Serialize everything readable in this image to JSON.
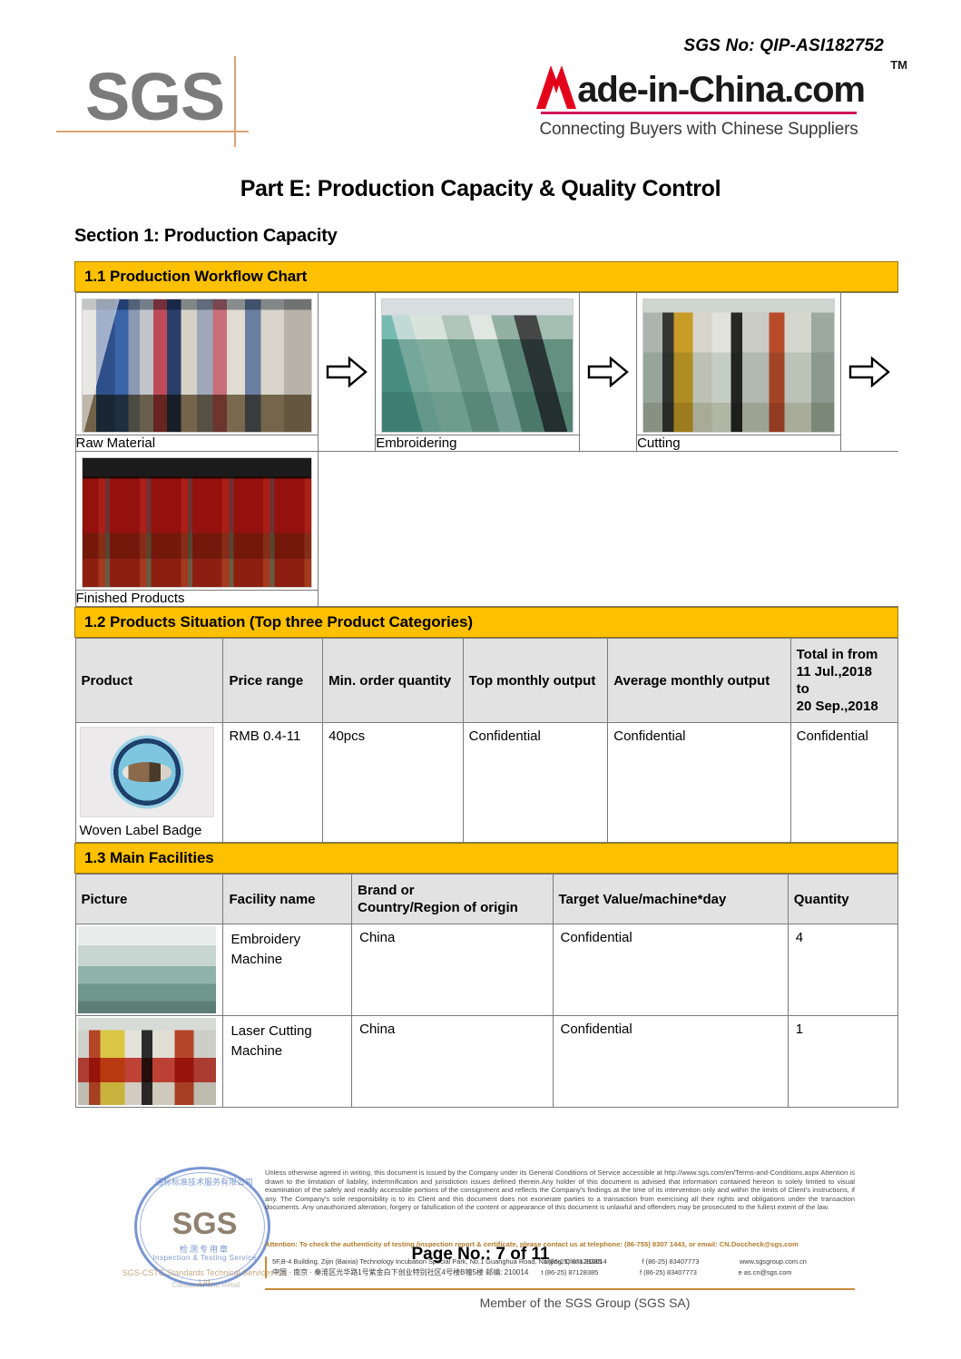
{
  "header": {
    "sgs_logo_text": "SGS",
    "sgs_no": "SGS No: QIP-ASI182752",
    "mic_logo_text": "ade-in-China.com",
    "mic_trademark": "TM",
    "mic_tagline": "Connecting Buyers with Chinese Suppliers"
  },
  "titles": {
    "part_title": "Part E: Production Capacity & Quality Control",
    "section_title": "Section 1: Production Capacity"
  },
  "section_1_1": {
    "band_label": "1.1 Production Workflow Chart",
    "steps": [
      {
        "caption": "Raw Material",
        "photo": "raw-material-photo"
      },
      {
        "caption": "Embroidering",
        "photo": "embroidering-photo"
      },
      {
        "caption": "Cutting",
        "photo": "cutting-photo"
      },
      {
        "caption": "Finished Products",
        "photo": "finished-products-photo"
      }
    ],
    "arrow_icon": "right-arrow-icon"
  },
  "section_1_2": {
    "band_label": "1.2 Products Situation (Top three Product Categories)",
    "columns": [
      "Product",
      "Price range",
      "Min. order quantity",
      "Top monthly output",
      "Average monthly output",
      "Total in from\n11 Jul.,2018\nto\n20 Sep.,2018"
    ],
    "column_total_lines": [
      "Total in from",
      "11 Jul.,2018",
      "to",
      "20 Sep.,2018"
    ],
    "rows": [
      {
        "product_name": "Woven Label Badge",
        "product_photo": "woven-label-badge-photo",
        "price_range": "RMB 0.4-11",
        "min_order_quantity": "40pcs",
        "top_monthly_output": "Confidential",
        "average_monthly_output": "Confidential",
        "total_in_period": "Confidential"
      }
    ]
  },
  "section_1_3": {
    "band_label": "1.3 Main Facilities",
    "columns": [
      "Picture",
      "Facility name",
      "Brand or\nCountry/Region of origin",
      "Target Value/machine*day",
      "Quantity"
    ],
    "column_brand_lines": [
      "Brand or",
      "Country/Region of origin"
    ],
    "rows": [
      {
        "picture": "embroidery-machine-photo",
        "facility_name": "Embroidery Machine",
        "origin": "China",
        "target_value": "Confidential",
        "quantity": "4"
      },
      {
        "picture": "laser-cutting-machine-photo",
        "facility_name": "Laser Cutting Machine",
        "origin": "China",
        "target_value": "Confidential",
        "quantity": "1"
      }
    ]
  },
  "footer": {
    "stamp": {
      "center_text": "SGS",
      "line_cn_1": "检测专用章",
      "line_cn_2": "Inspection & Testing Service",
      "line_cn_3": "SGS-CSTC Standards Technical Services Co. Ltd.",
      "line_cn_4": "Consumer and Retail",
      "arc_text": "通标标准技术服务有限公司"
    },
    "disclaimer": "Unless otherwise agreed in writing, this document is issued by the Company under its General Conditions of Service accessible at http://www.sgs.com/en/Terms-and-Conditions.aspx Attention is drawn to the limitation of liability, indemnification and jurisdiction issues defined therein.Any holder of this document is advised that information contained hereon is solely limited to visual examination of the safely and readily accessible portions of the consignment and reflects the Company's findings at the time of its intervention only and within the limits of Client's instructions, if any. The Company's sole responsibility is to its Client and this document does not exonerate parties to a transaction from exercising all their rights and obligations under the transaction documents. Any unauthorized alteration, forgery or falsification of the content or appearance of this document is unlawful and offenders may be prosecuted to the fullest extent of the law.",
    "attention": "Attention: To check the authenticity of testing /inspection report & certificate, please contact us at telephone: (86-755) 8307 1443, or email: CN.Doccheck@sgs.com",
    "address_en": "5F,B-4 Building, Zijin (Baixia) Technology Incubation Special Park, No.1 Guanghua Road, Nanjing, China   210014",
    "address_cn": "中国 · 南京 · 秦淮区光华路1号紫金白下创业特别社区4号楼B幢5楼  邮编: 210014",
    "tel_label": "t",
    "tel": "(86-25) 87128385",
    "fax_label": "f",
    "fax": "(86-25) 83407773",
    "website": "www.sgsgroup.com.cn",
    "email_label": "e",
    "email": "as.cn@sgs.com",
    "page_number": "Page No.: 7 of 11",
    "member": "Member of the SGS Group (SGS SA)"
  },
  "colors": {
    "band_yellow": "#FFC000",
    "header_gray": "#E2E2E2",
    "border_gray": "#7A7A7A",
    "sgs_gray": "#7B7B7B",
    "sgs_orange": "#D9A273",
    "mic_red": "#D4145A",
    "stamp_blue": "#5B7FC7"
  }
}
